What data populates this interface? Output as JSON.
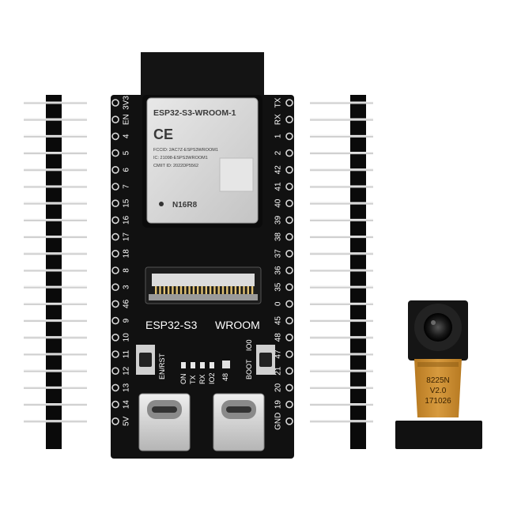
{
  "board": {
    "name_left": "ESP32-S3",
    "name_right": "WROOM",
    "left_pins": [
      "3V3",
      "EN",
      "4",
      "5",
      "6",
      "7",
      "15",
      "16",
      "17",
      "18",
      "8",
      "3",
      "46",
      "9",
      "10",
      "11",
      "12",
      "13",
      "14",
      "5V"
    ],
    "right_pins": [
      "TX",
      "RX",
      "1",
      "2",
      "42",
      "41",
      "40",
      "39",
      "38",
      "37",
      "36",
      "35",
      "0",
      "45",
      "48",
      "47",
      "21",
      "20",
      "19",
      "GND"
    ],
    "button_left_label": "EN/RST",
    "button_right_label": "BOOT",
    "io0_label": "IO0",
    "led_labels": [
      "ON",
      "TX",
      "RX",
      "IO2"
    ],
    "rgb_label": "48"
  },
  "module": {
    "title": "ESP32-S3-WROOM-1",
    "ce_mark": "CE",
    "fccid": "FCCID: 2AC7Z-ESPS3WROOM1",
    "ic": "IC: 21098-ESPS3WROOM1",
    "cmiit": "CMIIT ID: 2022DP5562",
    "variant": "N16R8"
  },
  "camera": {
    "sensor": "8225N",
    "version": "V2.0",
    "code": "171026"
  },
  "colors": {
    "pcb": "#111111",
    "silk": "#ffffff",
    "shield": "#d9d9d9",
    "flex": "#c98a2f",
    "pin": "#c8c8c8"
  }
}
